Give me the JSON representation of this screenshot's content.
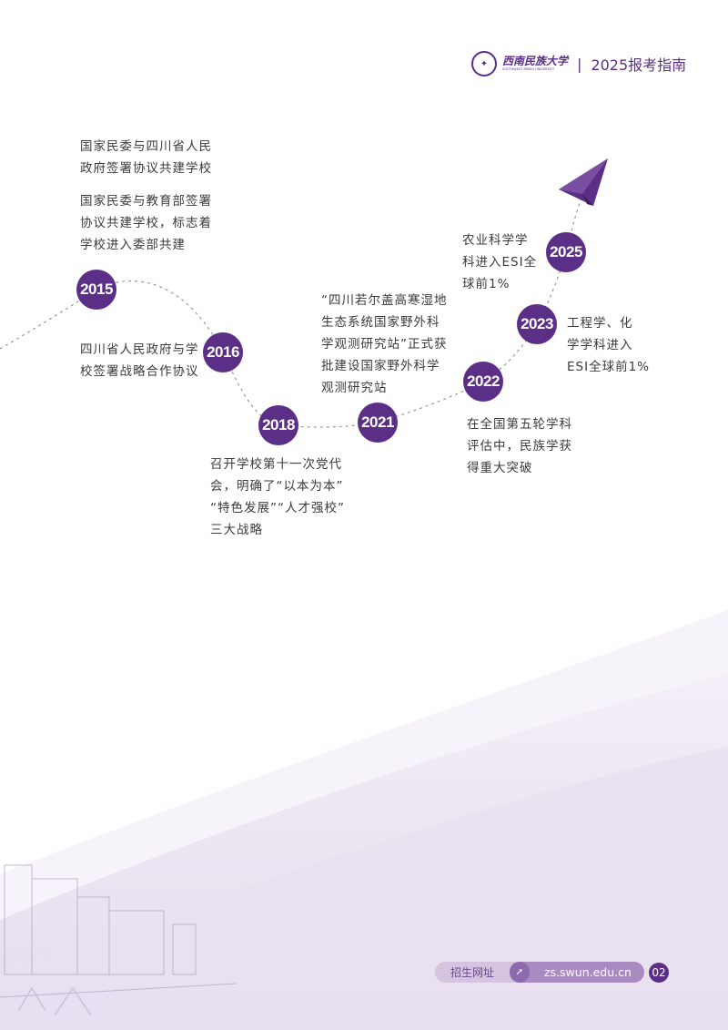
{
  "header": {
    "logo_text": "西南民族大学",
    "logo_subtext": "SOUTHWEST MINZU UNIVERSITY",
    "separator": "|",
    "guide_title": "2025报考指南"
  },
  "timeline": [
    {
      "year": "2015",
      "texts": [
        "国家民委与四川省人民\n政府签署协议共建学校",
        "国家民委与教育部签署\n协议共建学校，标志着\n学校进入委部共建"
      ]
    },
    {
      "year": "2016",
      "texts": [
        "四川省人民政府与学\n校签署战略合作协议"
      ]
    },
    {
      "year": "2018",
      "texts": [
        "召开学校第十一次党代\n会，明确了“以本为本”\n“特色发展”“人才强校”\n三大战略"
      ]
    },
    {
      "year": "2021",
      "texts": [
        "“四川若尔盖高寒湿地\n生态系统国家野外科\n学观测研究站”正式获\n批建设国家野外科学\n观测研究站"
      ]
    },
    {
      "year": "2022",
      "texts": [
        "在全国第五轮学科\n评估中，民族学获\n得重大突破"
      ]
    },
    {
      "year": "2023",
      "texts": [
        "工程学、化\n学学科进入\nESI全球前1%"
      ]
    },
    {
      "year": "2025",
      "texts": [
        "农业科学学\n科进入ESI全\n球前1%"
      ]
    }
  ],
  "footer": {
    "label": "招生网址",
    "url": "zs.swun.edu.cn",
    "page": "02"
  },
  "colors": {
    "accent": "#5c2f86",
    "light": "#d5c4e0"
  }
}
